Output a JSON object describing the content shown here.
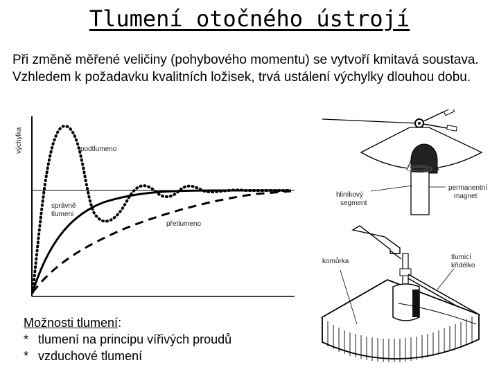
{
  "slide": {
    "title": "Tlumení otočného ústrojí",
    "intro": "Při změně měřené veličiny (pohybového momentu) se vytvoří kmitavá soustava. Vzhledem k požadavku kvalitních ložisek, trvá ustálení výchylky dlouhou dobu."
  },
  "graph": {
    "y_label": "výchylka",
    "label_under": "podtlumeno",
    "label_critical": "správně tlumeni",
    "label_over": "přetlumeno"
  },
  "meter_figure": {
    "label_segment": "hliníkový segment",
    "label_magnet": "permanentní magnet"
  },
  "damper_figure": {
    "label_chamber": "komůrka",
    "label_vane": "tlumicí křidélko"
  },
  "options": {
    "heading": "Možnosti tlumení",
    "heading_suffix": ":",
    "bullet": "*",
    "items": [
      "tlumení na principu vířivých proudů",
      "vzduchové tlumení"
    ]
  }
}
